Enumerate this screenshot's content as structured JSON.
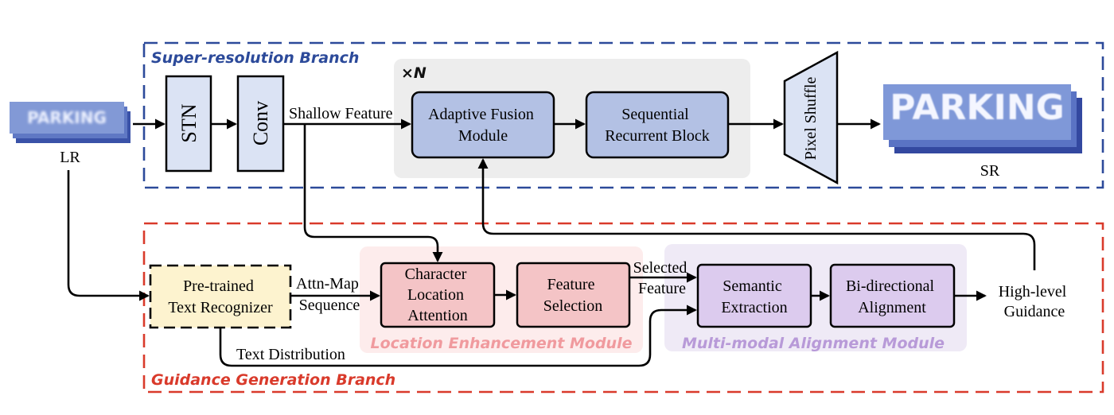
{
  "colors": {
    "sr_branch": "#2c4a9a",
    "gg_branch": "#d93a2b",
    "blue_box": "#b3c1e4",
    "blue_box_light": "#dbe3f4",
    "red_box": "#f4c4c6",
    "purple_box": "#dccbee",
    "yellow_box": "#fdf3cf",
    "region_gray": "#ededed",
    "region_pink": "#fdecec",
    "region_lavender": "#efeaf6",
    "loc_title": "#f09a9e",
    "mm_title": "#b89ad8"
  },
  "branches": {
    "sr": "Super-resolution Branch",
    "gg": "Guidance Generation Branch"
  },
  "regions": {
    "repeat_label": "×N",
    "location_module": "Location Enhancement Module",
    "multimodal_module": "Multi-modal Alignment Module"
  },
  "images": {
    "lr_text": "PARKING",
    "lr_label": "LR",
    "sr_text": "PARKING",
    "sr_label": "SR"
  },
  "blocks": {
    "stn": "STN",
    "conv": "Conv",
    "adaptive_fusion": [
      "Adaptive Fusion",
      "Module"
    ],
    "sequential_recurrent": [
      "Sequential",
      "Recurrent Block"
    ],
    "pixel_shuffle": "Pixel Shuffle",
    "recognizer": [
      "Pre-trained",
      "Text Recognizer"
    ],
    "char_location": [
      "Character",
      "Location",
      "Attention"
    ],
    "feature_selection": [
      "Feature",
      "Selection"
    ],
    "semantic_extraction": [
      "Semantic",
      "Extraction"
    ],
    "bidirectional_alignment": [
      "Bi-directional",
      "Alignment"
    ]
  },
  "edge_labels": {
    "shallow_feature": "Shallow Feature",
    "attn_map": [
      "Attn-Map",
      "Sequence"
    ],
    "selected_feature": [
      "Selected",
      "Feature"
    ],
    "text_distribution": "Text Distribution",
    "high_level": [
      "High-level",
      "Guidance"
    ]
  }
}
